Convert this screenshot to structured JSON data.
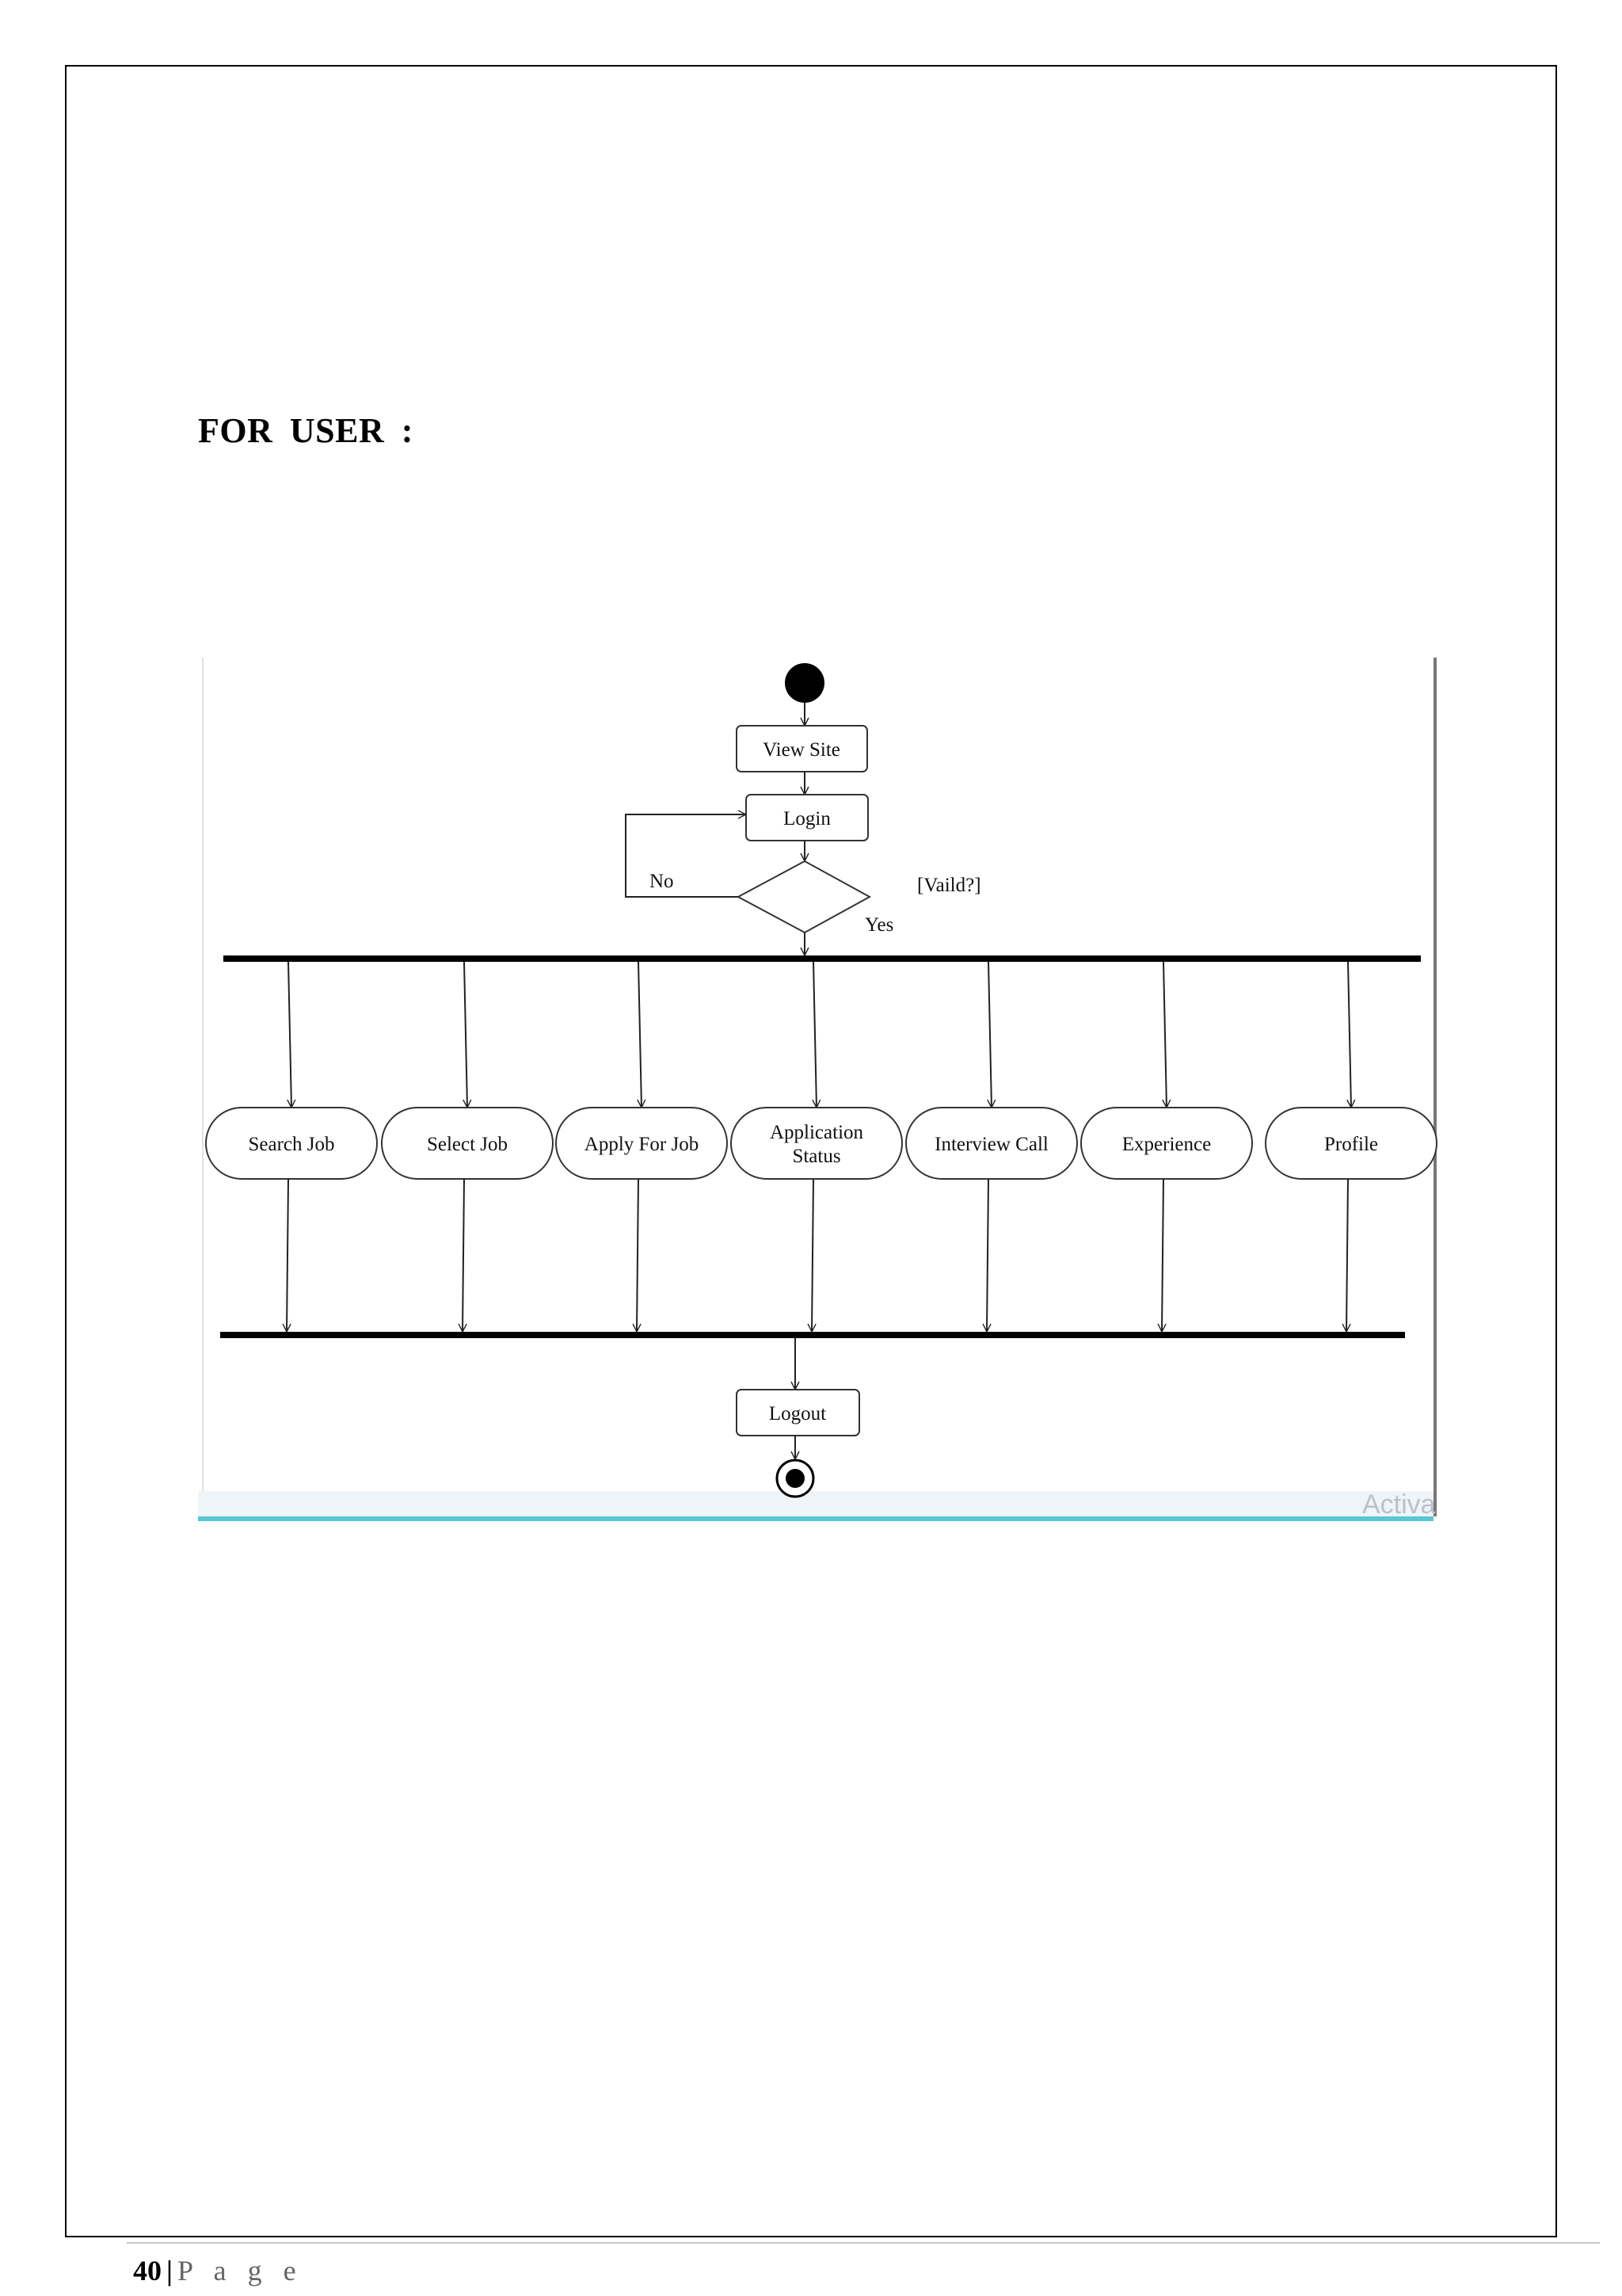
{
  "heading": "FOR  USER :",
  "diagram": {
    "start_node": "start",
    "view_site": "View Site",
    "login": "Login",
    "decision_guard": "[Vaild?]",
    "no_label": "No",
    "yes_label": "Yes",
    "activities": [
      {
        "line1": "Search Job",
        "line2": ""
      },
      {
        "line1": "Select Job",
        "line2": ""
      },
      {
        "line1": "Apply For Job",
        "line2": ""
      },
      {
        "line1": "Application",
        "line2": "Status"
      },
      {
        "line1": "Interview Call",
        "line2": ""
      },
      {
        "line1": "Experience",
        "line2": ""
      },
      {
        "line1": "Profile",
        "line2": ""
      }
    ],
    "logout": "Logout",
    "watermark": "Activa"
  },
  "footer": {
    "page_number": "40",
    "separator": "|",
    "page_word": "P a g e"
  },
  "colors": {
    "accent_bar": "#5bc5d6",
    "panel_bg": "#eef4f8",
    "watermark": "#b9c2ca"
  }
}
